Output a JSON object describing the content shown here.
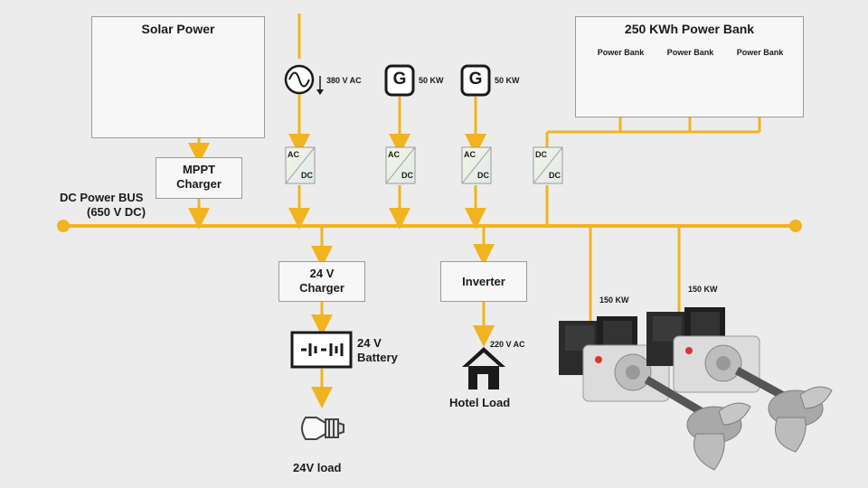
{
  "solar": {
    "title": "Solar Power"
  },
  "mppt": {
    "line1": "MPPT",
    "line2": "Charger"
  },
  "bus": {
    "line1": "DC Power BUS",
    "line2": "(650 V DC)"
  },
  "grid": {
    "voltage": "380 V AC"
  },
  "generators": [
    {
      "symbol": "G",
      "rating": "50 KW"
    },
    {
      "symbol": "G",
      "rating": "50 KW"
    }
  ],
  "converters": [
    {
      "top": "AC",
      "bottom": "DC"
    },
    {
      "top": "AC",
      "bottom": "DC"
    },
    {
      "top": "AC",
      "bottom": "DC"
    },
    {
      "top": "DC",
      "bottom": "DC"
    }
  ],
  "power_bank_group": {
    "title": "250 KWh Power Bank",
    "units": [
      {
        "label": "Power Bank"
      },
      {
        "label": "Power Bank"
      },
      {
        "label": "Power Bank"
      }
    ]
  },
  "charger_24v": {
    "line1": "24 V",
    "line2": "Charger"
  },
  "battery_24v": {
    "line1": "24 V",
    "line2": "Battery"
  },
  "load_24v": {
    "label": "24V load"
  },
  "inverter": {
    "label": "Inverter"
  },
  "hotel": {
    "voltage": "220 V AC",
    "label": "Hotel Load"
  },
  "motors": [
    {
      "rating": "150 KW"
    },
    {
      "rating": "150 KW"
    }
  ],
  "colors": {
    "bus": "#f2b320",
    "box_border": "#9a9a9a",
    "box_fill": "#f7f7f7",
    "background": "#ececec"
  }
}
